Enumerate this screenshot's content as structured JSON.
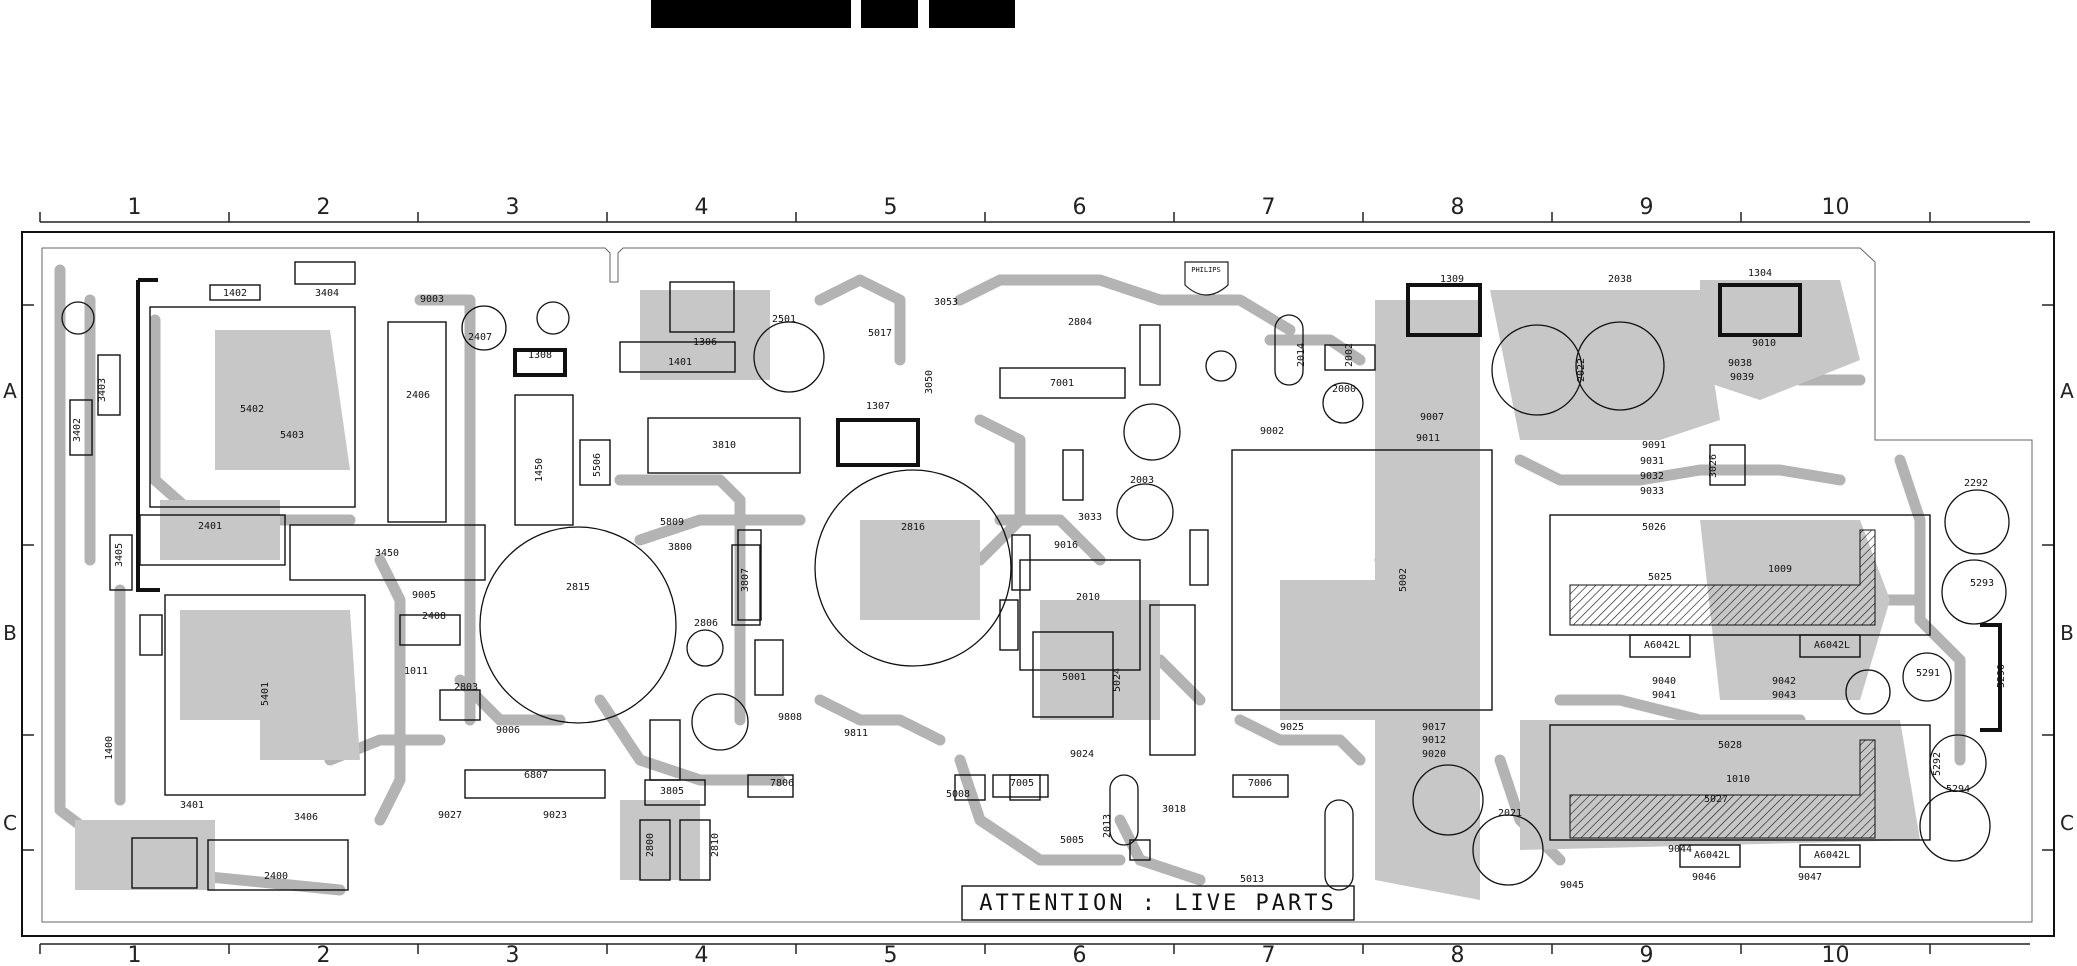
{
  "header": {
    "blocks": 3
  },
  "ruler": {
    "columns": [
      "1",
      "2",
      "3",
      "4",
      "5",
      "6",
      "7",
      "8",
      "9",
      "10"
    ],
    "rows": [
      "A",
      "B",
      "C"
    ]
  },
  "warning": {
    "text": "ATTENTION : LIVE PARTS"
  },
  "logo": {
    "text": "PHILIPS"
  },
  "components": [
    {
      "id": "c1402",
      "label": "1402"
    },
    {
      "id": "c3404",
      "label": "3404"
    },
    {
      "id": "c9003",
      "label": "9003"
    },
    {
      "id": "c2407",
      "label": "2407"
    },
    {
      "id": "c1308",
      "label": "1308"
    },
    {
      "id": "c1306",
      "label": "1306"
    },
    {
      "id": "c1401",
      "label": "1401"
    },
    {
      "id": "c2501",
      "label": "2501"
    },
    {
      "id": "c5017",
      "label": "5017"
    },
    {
      "id": "c3053",
      "label": "3053"
    },
    {
      "id": "c2804",
      "label": "2804"
    },
    {
      "id": "c1309",
      "label": "1309"
    },
    {
      "id": "c2038",
      "label": "2038"
    },
    {
      "id": "c1304",
      "label": "1304"
    },
    {
      "id": "c3403",
      "label": "3403"
    },
    {
      "id": "c3402",
      "label": "3402"
    },
    {
      "id": "c5402",
      "label": "5402"
    },
    {
      "id": "c5403",
      "label": "5403"
    },
    {
      "id": "c2406",
      "label": "2406"
    },
    {
      "id": "c1450",
      "label": "1450"
    },
    {
      "id": "c5506",
      "label": "5506"
    },
    {
      "id": "c3810",
      "label": "3810"
    },
    {
      "id": "c1307",
      "label": "1307"
    },
    {
      "id": "c3050",
      "label": "3050"
    },
    {
      "id": "c7001",
      "label": "7001"
    },
    {
      "id": "c2000",
      "label": "2000"
    },
    {
      "id": "c2002",
      "label": "2002"
    },
    {
      "id": "c2014",
      "label": "2014"
    },
    {
      "id": "c9007",
      "label": "9007"
    },
    {
      "id": "c9011",
      "label": "9011"
    },
    {
      "id": "c9002",
      "label": "9002"
    },
    {
      "id": "c2022",
      "label": "2022"
    },
    {
      "id": "c9010",
      "label": "9010"
    },
    {
      "id": "c9038",
      "label": "9038"
    },
    {
      "id": "c9039",
      "label": "9039"
    },
    {
      "id": "c9091",
      "label": "9091"
    },
    {
      "id": "c9031",
      "label": "9031"
    },
    {
      "id": "c9032",
      "label": "9032"
    },
    {
      "id": "c9033",
      "label": "9033"
    },
    {
      "id": "c3026",
      "label": "3026"
    },
    {
      "id": "c2292",
      "label": "2292"
    },
    {
      "id": "c2401",
      "label": "2401"
    },
    {
      "id": "c3405",
      "label": "3405"
    },
    {
      "id": "c3450",
      "label": "3450"
    },
    {
      "id": "c5809",
      "label": "5809"
    },
    {
      "id": "c3800",
      "label": "3800"
    },
    {
      "id": "c2816",
      "label": "2816"
    },
    {
      "id": "c2003",
      "label": "2003"
    },
    {
      "id": "c3033",
      "label": "3033"
    },
    {
      "id": "c9016",
      "label": "9016"
    },
    {
      "id": "c5002",
      "label": "5002"
    },
    {
      "id": "c5026",
      "label": "5026"
    },
    {
      "id": "c5025",
      "label": "5025"
    },
    {
      "id": "c1009",
      "label": "1009"
    },
    {
      "id": "c5293",
      "label": "5293"
    },
    {
      "id": "c2815",
      "label": "2815"
    },
    {
      "id": "c9005",
      "label": "9005"
    },
    {
      "id": "c2408",
      "label": "2408"
    },
    {
      "id": "c3807",
      "label": "3807"
    },
    {
      "id": "c2806",
      "label": "2806"
    },
    {
      "id": "c2010",
      "label": "2010"
    },
    {
      "id": "c5001",
      "label": "5001"
    },
    {
      "id": "c5024",
      "label": "5024"
    },
    {
      "id": "c5290",
      "label": "5290"
    },
    {
      "id": "c9040",
      "label": "9040"
    },
    {
      "id": "c9041",
      "label": "9041"
    },
    {
      "id": "c9042",
      "label": "9042"
    },
    {
      "id": "c9043",
      "label": "9043"
    },
    {
      "id": "c5291",
      "label": "5291"
    },
    {
      "id": "c1011",
      "label": "1011"
    },
    {
      "id": "c5401",
      "label": "5401"
    },
    {
      "id": "c2803",
      "label": "2803"
    },
    {
      "id": "c9006",
      "label": "9006"
    },
    {
      "id": "c9808",
      "label": "9808"
    },
    {
      "id": "c9811",
      "label": "9811"
    },
    {
      "id": "c1400",
      "label": "1400"
    },
    {
      "id": "c9024",
      "label": "9024"
    },
    {
      "id": "c9025",
      "label": "9025"
    },
    {
      "id": "c9017",
      "label": "9017"
    },
    {
      "id": "c9012",
      "label": "9012"
    },
    {
      "id": "c9020",
      "label": "9020"
    },
    {
      "id": "c5028",
      "label": "5028"
    },
    {
      "id": "c1010",
      "label": "1010"
    },
    {
      "id": "c5292",
      "label": "5292"
    },
    {
      "id": "c6807",
      "label": "6807"
    },
    {
      "id": "c7806",
      "label": "7806"
    },
    {
      "id": "c7005",
      "label": "7005"
    },
    {
      "id": "c7006",
      "label": "7006"
    },
    {
      "id": "c3401",
      "label": "3401"
    },
    {
      "id": "c3805",
      "label": "3805"
    },
    {
      "id": "c5008",
      "label": "5008"
    },
    {
      "id": "c2013",
      "label": "2013"
    },
    {
      "id": "c3018",
      "label": "3018"
    },
    {
      "id": "c2021",
      "label": "2021"
    },
    {
      "id": "c5027",
      "label": "5027"
    },
    {
      "id": "c5294",
      "label": "5294"
    },
    {
      "id": "c9027",
      "label": "9027"
    },
    {
      "id": "c9023",
      "label": "9023"
    },
    {
      "id": "c3406",
      "label": "3406"
    },
    {
      "id": "c2800",
      "label": "2800"
    },
    {
      "id": "c2810",
      "label": "2810"
    },
    {
      "id": "c5005",
      "label": "5005"
    },
    {
      "id": "c9044",
      "label": "9044"
    },
    {
      "id": "c2400",
      "label": "2400"
    },
    {
      "id": "c5013",
      "label": "5013"
    },
    {
      "id": "c9045",
      "label": "9045"
    },
    {
      "id": "c9046",
      "label": "9046"
    },
    {
      "id": "c9047",
      "label": "9047"
    },
    {
      "id": "a1",
      "label": "A6042L"
    },
    {
      "id": "a2",
      "label": "A6042L"
    },
    {
      "id": "a3",
      "label": "A6042L"
    },
    {
      "id": "a4",
      "label": "A6042L"
    }
  ]
}
